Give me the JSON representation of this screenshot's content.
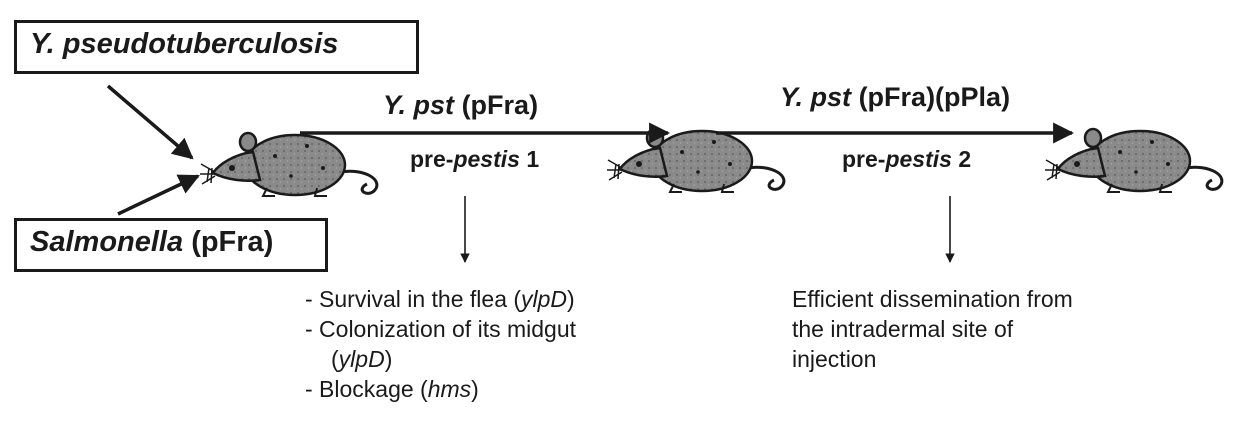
{
  "sources": {
    "pseudotb": {
      "species": "Y. pseudotuberculosis"
    },
    "salmonella": {
      "species": "Salmonella",
      "plasmid": "(pFra)"
    }
  },
  "steps": {
    "step1": {
      "strain_it": "Y. pst",
      "plasmids": "(pFra)",
      "stage_pre": "pre-",
      "stage_it": "pestis",
      "stage_num": "1"
    },
    "step2": {
      "strain_it": "Y. pst",
      "plasmids": "(pFra)(pPla)",
      "stage_pre": "pre-",
      "stage_it": "pestis",
      "stage_num": "2"
    }
  },
  "outcomes": {
    "step1": {
      "item1": {
        "prefix": "- Survival in the flea  (",
        "gene": "ylpD",
        "suffix": ")"
      },
      "item2": {
        "line1": "- Colonization of its midgut",
        "line2_prefix": "(",
        "gene": "ylpD",
        "line2_suffix": ")"
      },
      "item3": {
        "prefix": "- Blockage (",
        "gene": "hms",
        "suffix": ")"
      }
    },
    "step2": {
      "lines": [
        "Efficient dissemination from",
        "the intradermal site of",
        "injection"
      ]
    }
  },
  "icons": [
    "mouse-icon",
    "mouse-icon",
    "mouse-icon"
  ]
}
